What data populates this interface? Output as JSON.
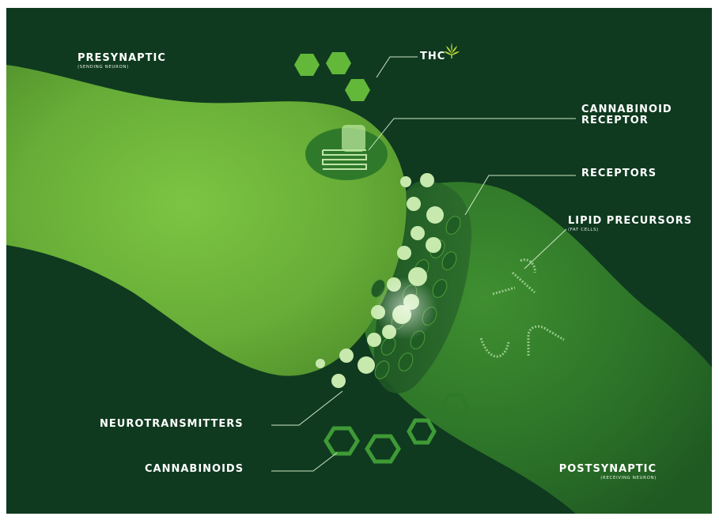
{
  "labels": {
    "presynaptic": "PRESYNAPTIC",
    "presynaptic_sub": "(SENDING NEURON)",
    "thc": "THC",
    "cannabinoid_receptor_line1": "CANNABINOID",
    "cannabinoid_receptor_line2": "RECEPTOR",
    "receptors": "RECEPTORS",
    "lipid_precursors": "LIPID PRECURSORS",
    "lipid_precursors_sub": "(FAT CELLS)",
    "neurotransmitters": "NEUROTRANSMITTERS",
    "cannabinoids": "CANNABINOIDS",
    "postsynaptic": "POSTSYNAPTIC",
    "postsynaptic_sub": "(RECEIVING NEURON)"
  },
  "colors": {
    "background": "#0f3a1f",
    "presynaptic_neuron": "#6fb83a",
    "postsynaptic_neuron": "#2f7a2a",
    "vesicle": "#c9eab0",
    "thc_hexagon": "#63b83a",
    "leader_line": "#cfe7c4",
    "leaf_icon": "#b7d93a"
  },
  "icons": [
    "cannabis-leaf-icon"
  ]
}
